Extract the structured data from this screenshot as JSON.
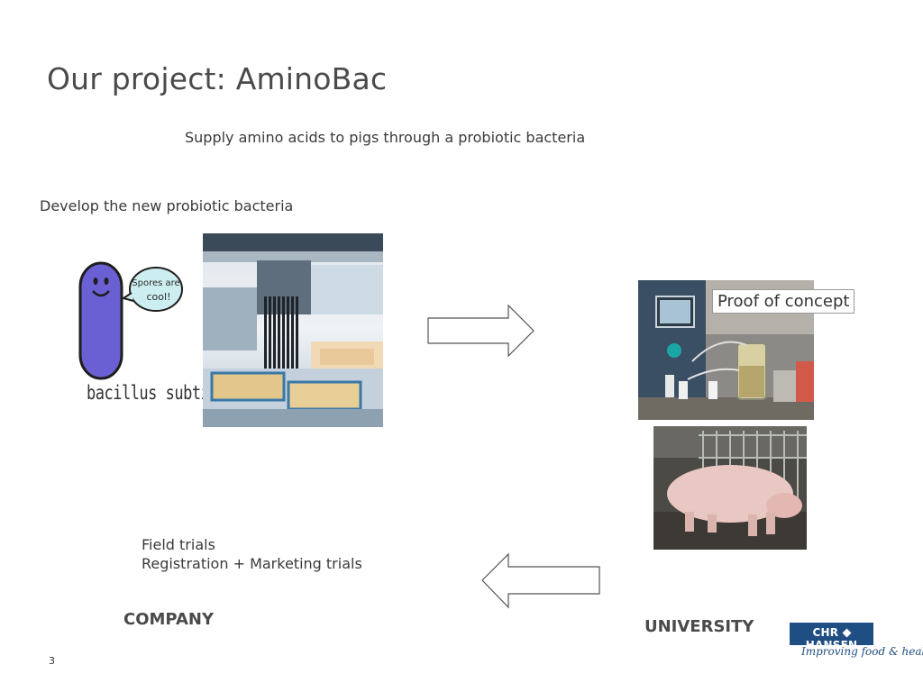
{
  "slide": {
    "title": "Our project: AminoBac",
    "subtitle": "Supply amino acids to pigs through a probiotic bacteria",
    "develop_label": "Develop the new probiotic bacteria",
    "field_trials": "Field trials",
    "registration": "Registration + Marketing trials",
    "company": "COMPANY",
    "university": "UNIVERSITY",
    "proof_of_concept": "Proof of concept",
    "page_number": "3"
  },
  "bacterium": {
    "label": "bacillus subtilis",
    "speech_line1": "Spores are",
    "speech_line2": "cool!",
    "color": "#6b5fd4"
  },
  "logo": {
    "brand_left": "CHR",
    "brand_right": "HANSEN",
    "tagline": "Improving food & health",
    "color": "#1f4e82"
  },
  "images": {
    "pipetting_robot": "pipetting-robot-photo",
    "bioreactor": "bioreactor-lab-photo",
    "pig": "pig-photo"
  }
}
